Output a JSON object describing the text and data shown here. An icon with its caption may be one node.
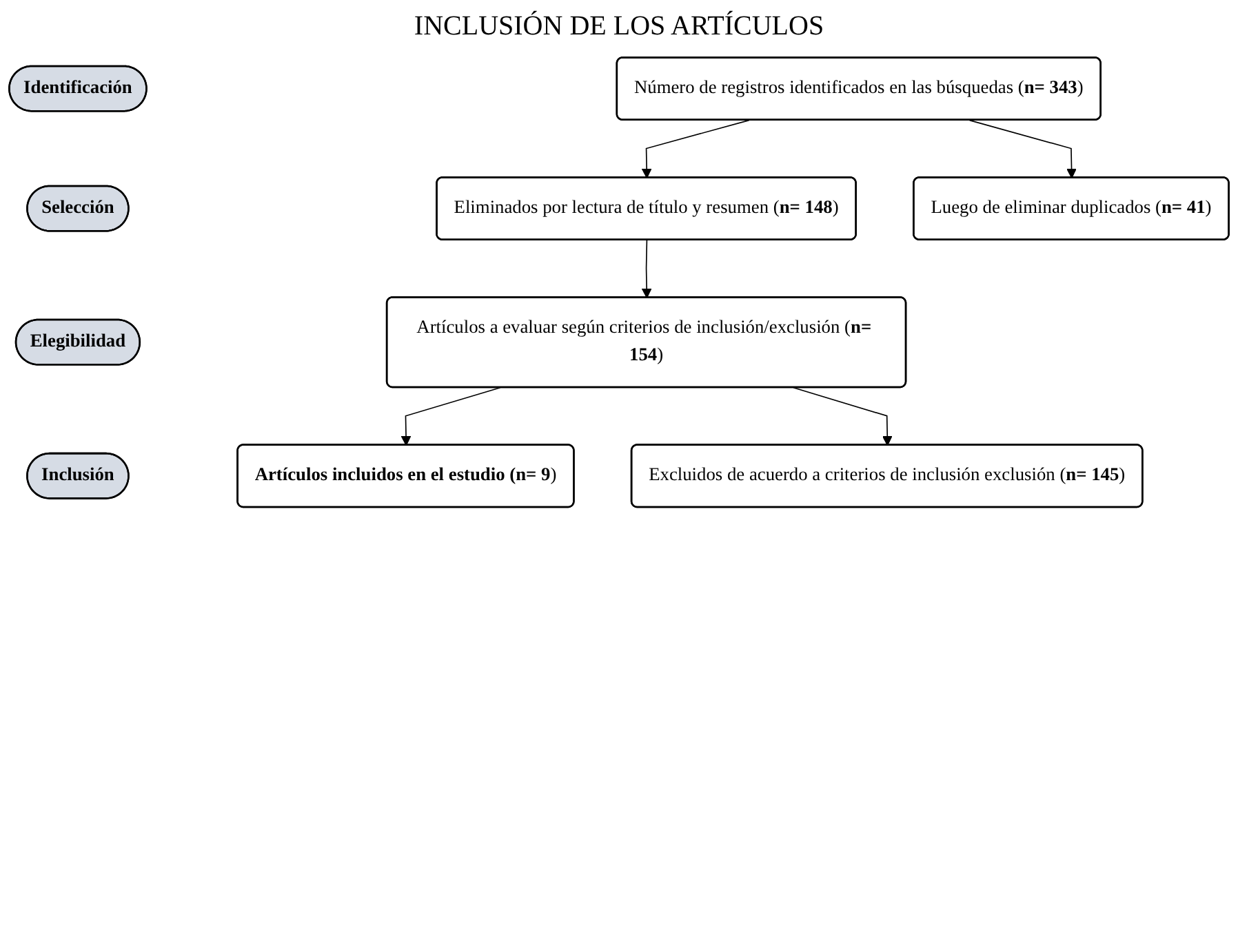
{
  "diagram": {
    "title": "INCLUSIÓN DE LOS ARTÍCULOS",
    "nodes": [
      {
        "text": [
          "Identificación"
        ]
      },
      {
        "text": [
          "Número de registros identificados en las búsquedas (**n= 343**)"
        ]
      },
      {
        "text": [
          "Luego de eliminar duplicados (**n= 41**)"
        ]
      },
      {
        "text": [
          "Selección"
        ]
      },
      {
        "text": [
          "Eliminados por lectura de título y resumen (**n= 148**)"
        ]
      },
      {
        "text": [
          "Elegibilidad"
        ]
      },
      {
        "text": [
          "Artículos a evaluar según criterios de inclusión/exclusión (**n= 154**)"
        ]
      },
      {
        "text": [
          "Excluidos de acuerdo a criterios de inclusión exclusión (**n= 145**)"
        ]
      },
      {
        "text": [
          "Inclusión"
        ]
      },
      {
        "text": [
          "**Artículos incluidos en el estudio (n= 9**)"
        ]
      }
    ],
    "edges": [
      {
        "from": 1,
        "to": 4,
        "arrow": "to"
      },
      {
        "from": 1,
        "to": 2,
        "arrow": "to"
      },
      {
        "from": 4,
        "to": 6,
        "arrow": "to"
      },
      {
        "from": 6,
        "to": 9,
        "arrow": "to"
      },
      {
        "from": 6,
        "to": 7,
        "arrow": "to"
      }
    ]
  }
}
